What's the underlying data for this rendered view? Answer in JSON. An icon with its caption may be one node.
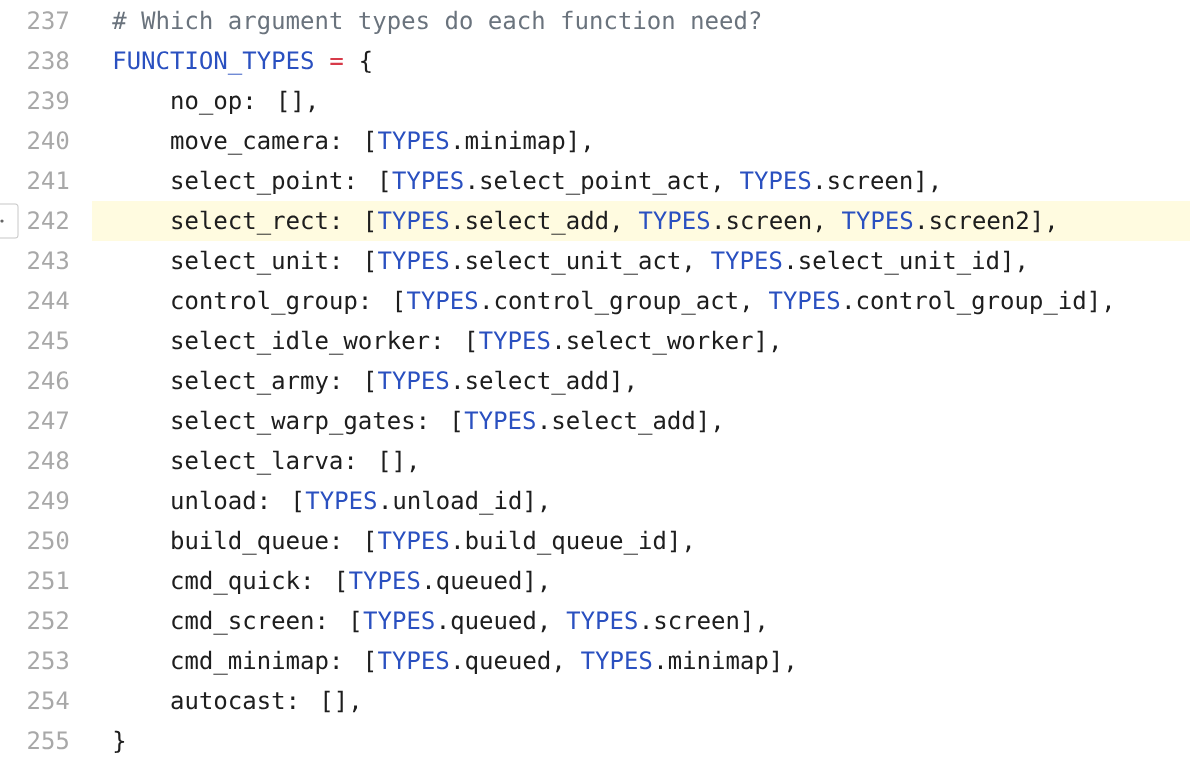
{
  "diagram": {
    "labels": [
      "237",
      "# Which argument types do each function need?",
      "238",
      "FUNCTION_TYPES",
      "=",
      "{",
      "239",
      "no_op: [],",
      "240",
      "move_camera: [",
      "TYPES",
      ".minimap],",
      "241",
      "select_point: [",
      "TYPES",
      ".select_point_act,",
      "TYPES",
      ".screen],",
      "242",
      "select_rect: [",
      "TYPES",
      ".select_add,",
      "TYPES",
      ".screen,",
      "TYPES",
      ".screen2],",
      "243",
      "select_unit: [",
      "TYPES",
      ".select_unit_act,",
      "TYPES",
      ".select_unit_id],",
      "244",
      "control_group: [",
      "TYPES",
      ".control_group_act,",
      "TYPES",
      ".control_group_id],",
      "245",
      "select_idle_worker: [",
      "TYPES",
      ".select_worker],",
      "246",
      "select_army: [",
      "TYPES",
      ".select_add],",
      "247",
      "select_warp_gates: [",
      "TYPES",
      ".select_add],",
      "248",
      "select_larva: [],",
      "249",
      "unload: [",
      "TYPES",
      ".unload_id],",
      "250",
      "build_queue: [",
      "TYPES",
      ".build_queue_id],",
      "251",
      "cmd_quick: [",
      "TYPES",
      ".queued],",
      "252",
      "cmd_screen: [",
      "TYPES",
      ".queued,",
      "TYPES",
      ".screen],",
      "253",
      "cmd_minimap: [",
      "TYPES",
      ".queued,",
      "TYPES",
      ".minimap],",
      "254",
      "autocast: [],",
      "255",
      "}"
    ]
  }
}
